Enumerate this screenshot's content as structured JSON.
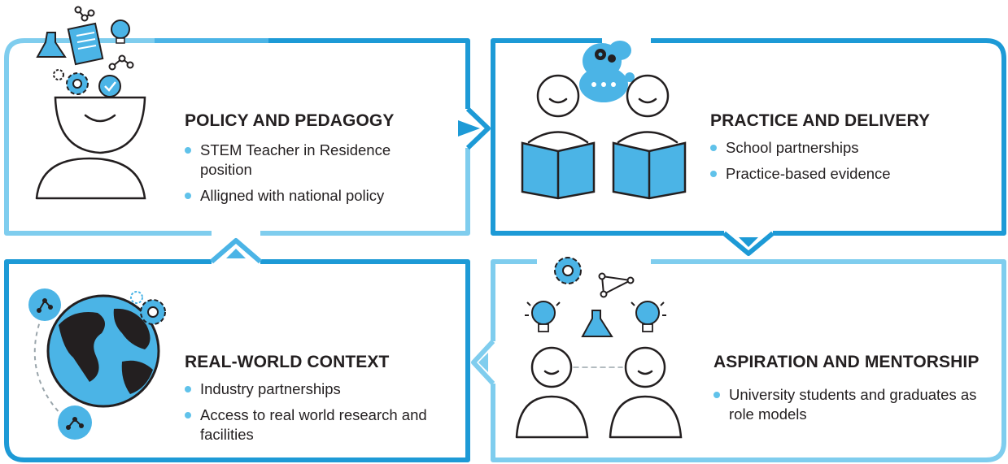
{
  "panels": [
    {
      "title": "POLICY AND PEDAGOGY",
      "bullets": [
        "STEM Teacher in Residence position",
        "Alligned with national policy"
      ]
    },
    {
      "title": "PRACTICE AND DELIVERY",
      "bullets": [
        "School partnerships",
        "Practice-based evidence"
      ]
    },
    {
      "title": "REAL-WORLD CONTEXT",
      "bullets": [
        "Industry partnerships",
        "Access to real world research and facilities"
      ]
    },
    {
      "title": "ASPIRATION AND MENTORSHIP",
      "bullets": [
        "University students and graduates as role models"
      ]
    }
  ],
  "colors": {
    "frame": "#1d9ad6",
    "frame_light": "#7fcdee",
    "icon_fill": "#4bb4e6",
    "icon_light": "#a6dcf4",
    "ink": "#231f20",
    "bullet": "#60c2ea"
  },
  "icons": [
    "flask-icon",
    "document-icon",
    "lightbulb-icon",
    "molecule-icon",
    "gear-icon",
    "checkmark-icon",
    "thought-bubble-icon",
    "book-icon",
    "globe-icon",
    "triangle-network-icon"
  ]
}
